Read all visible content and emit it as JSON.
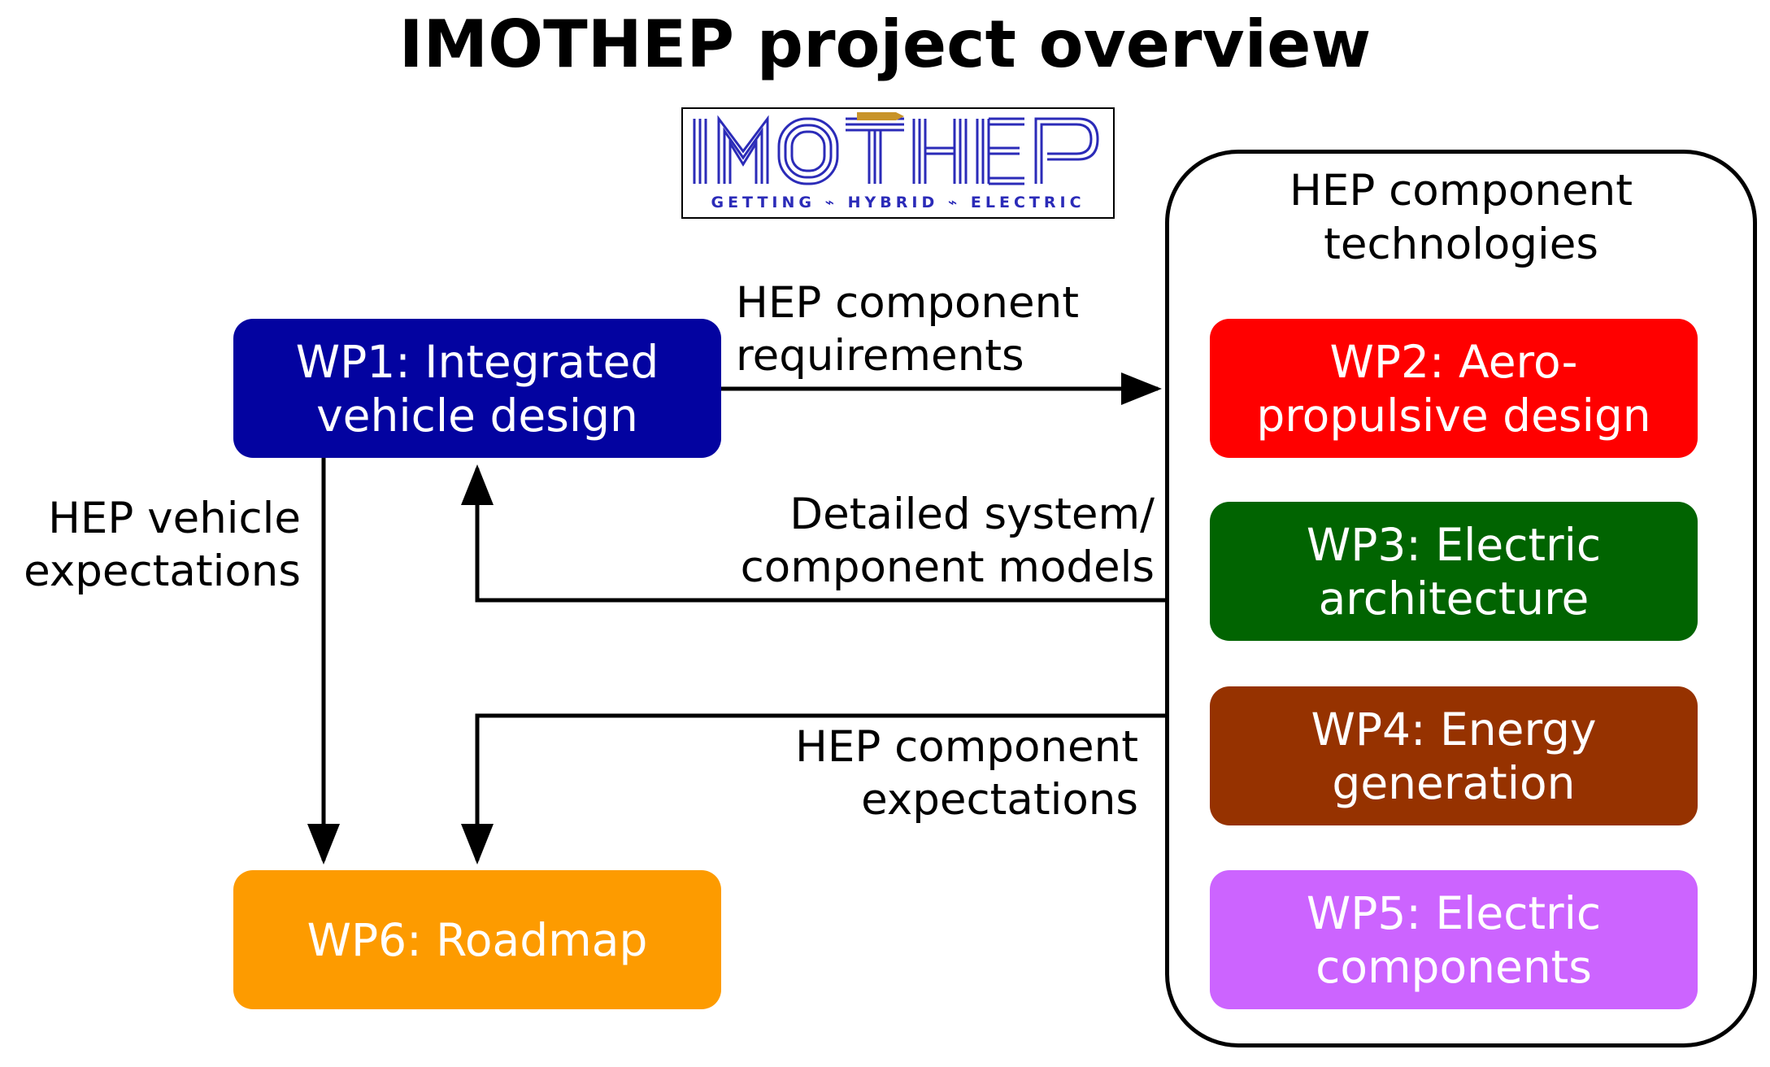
{
  "title": "IMOTHEP project overview",
  "logo": {
    "wordmark": "IMOTHEP",
    "tagline": "GETTING ⌁ HYBRID ⌁ ELECTRIC",
    "color": "#2b2bb8"
  },
  "group": {
    "title": "HEP component\ntechnologies"
  },
  "boxes": {
    "wp1": {
      "label": "WP1: Integrated\nvehicle design",
      "color": "#0303a0"
    },
    "wp2": {
      "label": "WP2: Aero-\npropulsive design",
      "color": "#ff0000"
    },
    "wp3": {
      "label": "WP3: Electric\narchitecture",
      "color": "#016401"
    },
    "wp4": {
      "label": "WP4: Energy\ngeneration",
      "color": "#963200"
    },
    "wp5": {
      "label": "WP5: Electric\ncomponents",
      "color": "#cc64ff"
    },
    "wp6": {
      "label": "WP6: Roadmap",
      "color": "#fd9b00"
    }
  },
  "flows": {
    "requirements": "HEP component\nrequirements",
    "models": "Detailed system/\ncomponent models",
    "component_expectations": "HEP component\nexpectations",
    "vehicle_expectations": "HEP vehicle\nexpectations"
  }
}
